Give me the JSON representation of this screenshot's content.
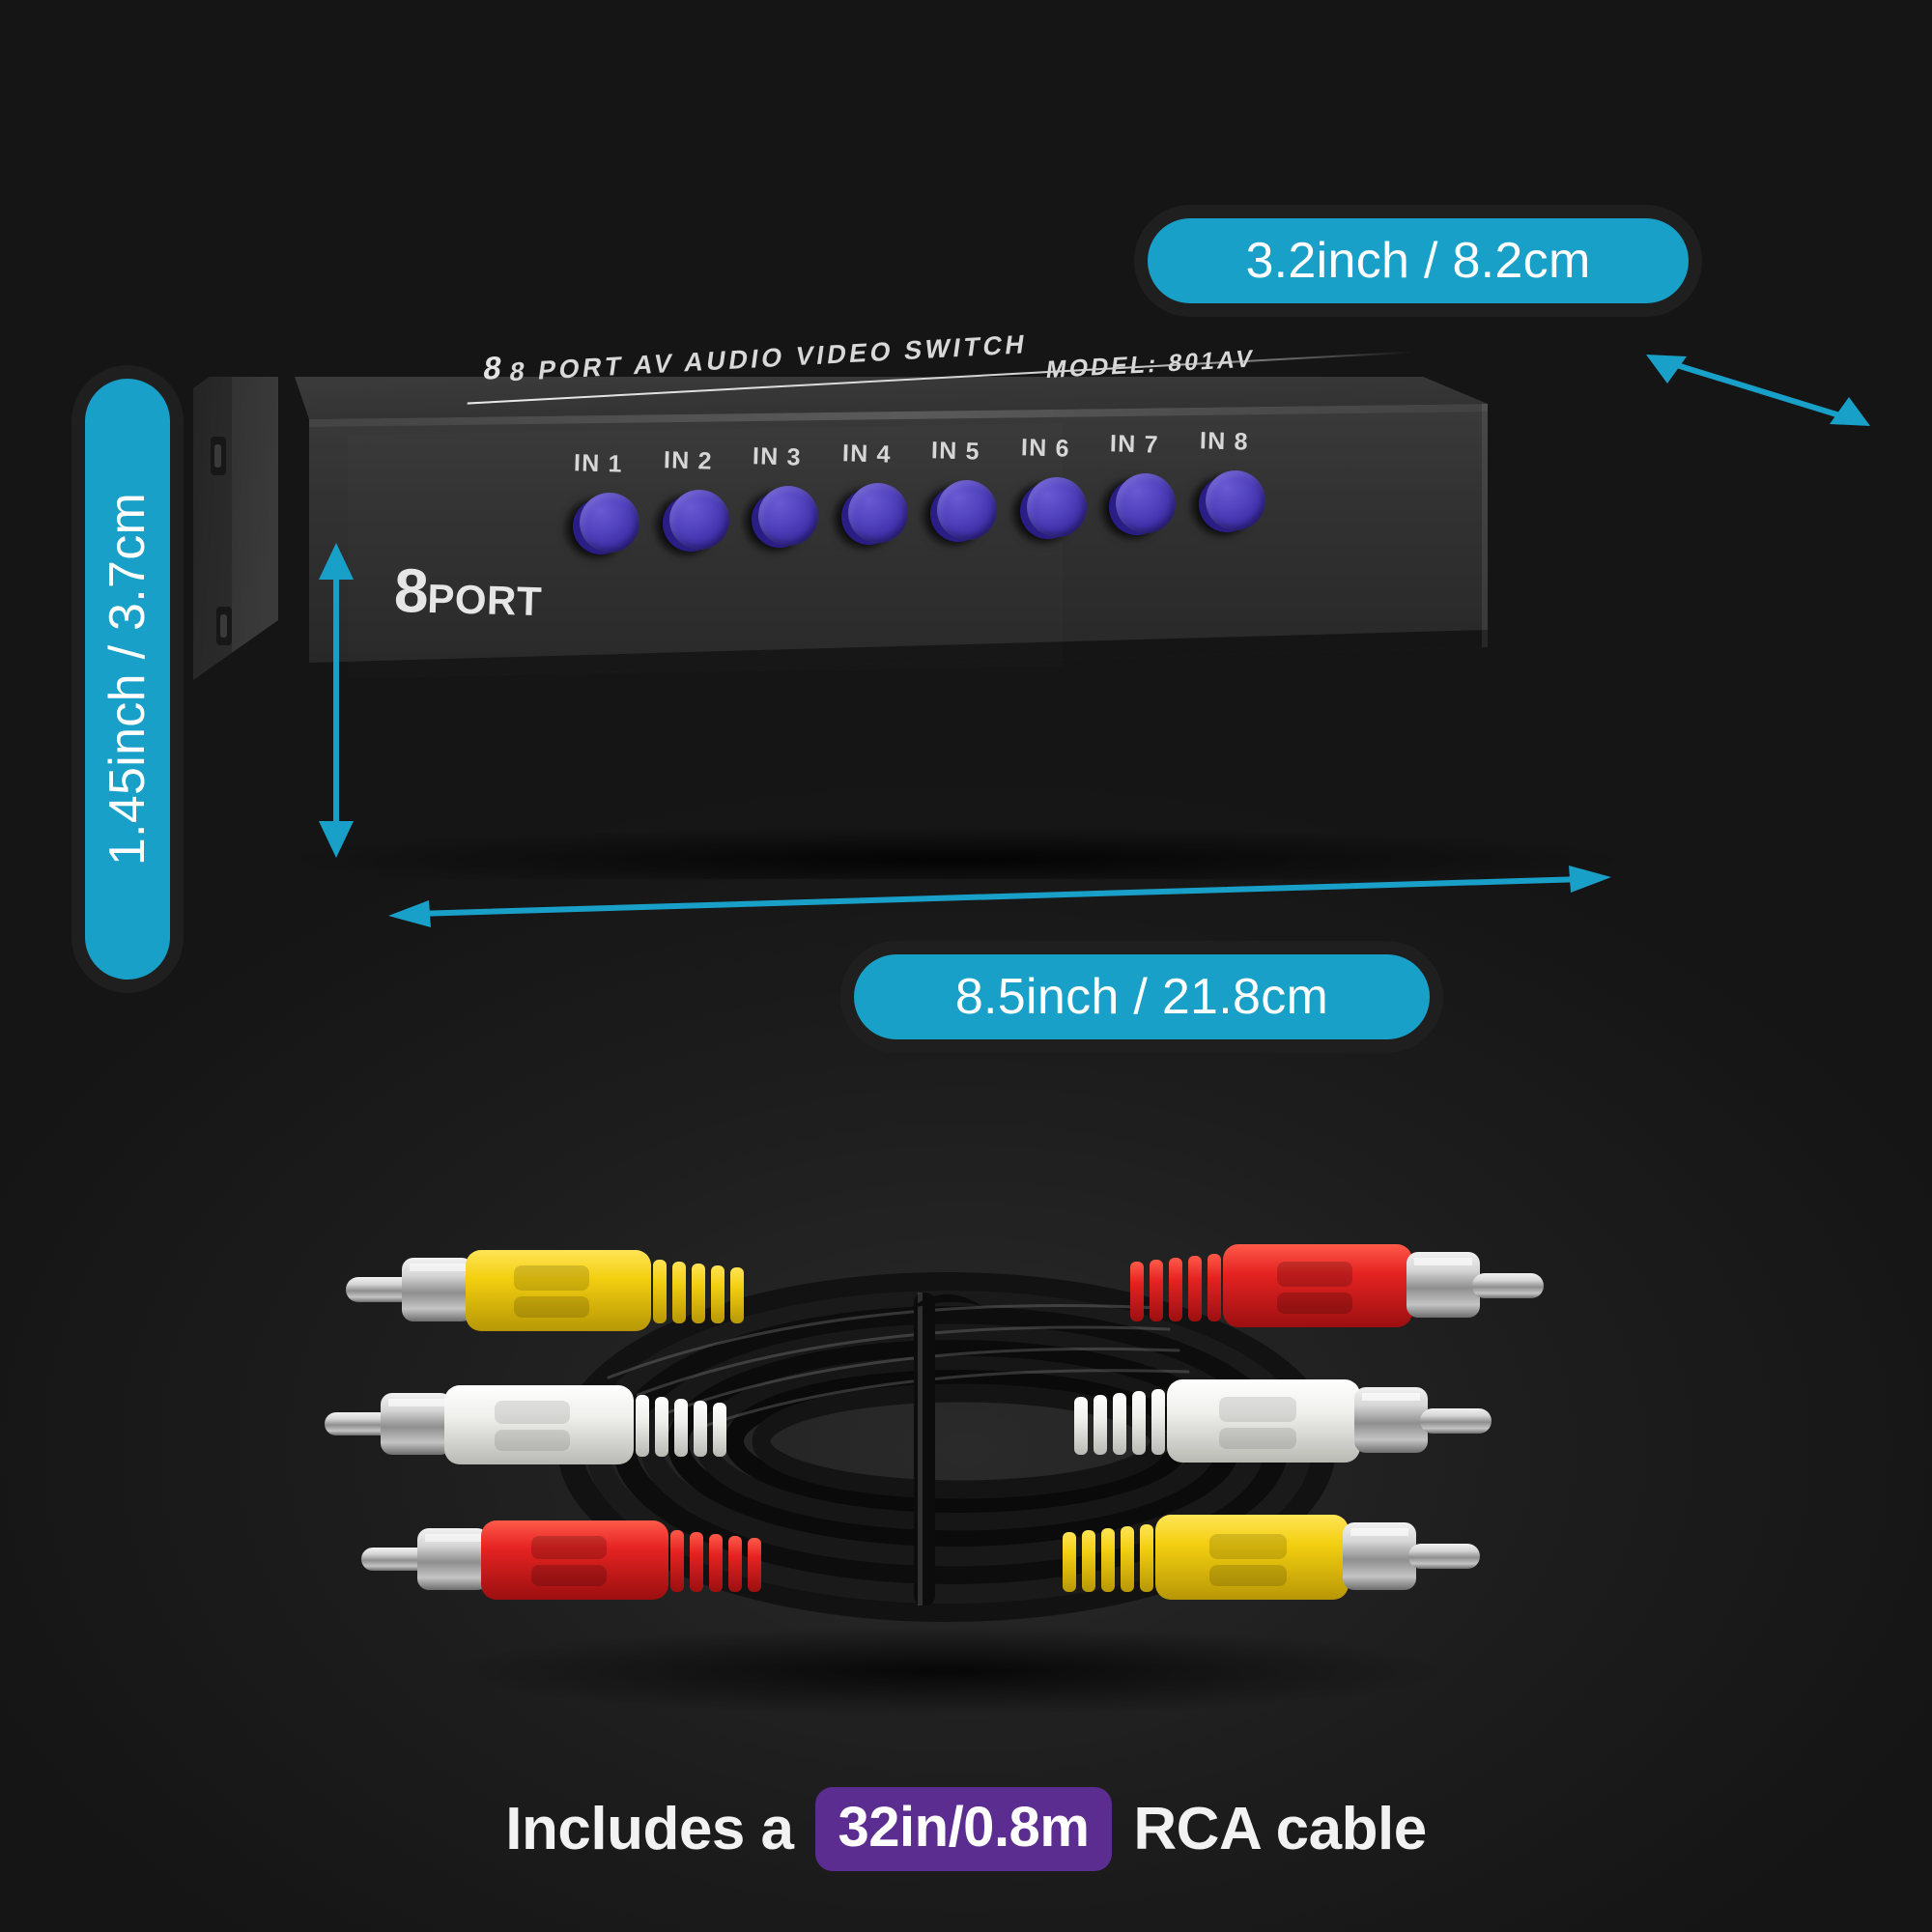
{
  "page": {
    "background_color": "#1c1c1c",
    "accent_blue": "#18a0c8",
    "accent_purple": "#5c2d91",
    "button_purple": "#3e2ea8"
  },
  "dimensions": {
    "depth_label": "3.2inch / 8.2cm",
    "width_label": "8.5inch / 21.8cm",
    "height_label": "1.45inch / 3.7cm"
  },
  "device": {
    "top_label_line1": "8 PORT AV AUDIO VIDEO SWITCH",
    "top_label_line2": "MODEL: 801AV",
    "top_badge_digit": "8",
    "logo_digit": "8",
    "logo_word": "PORT",
    "inputs": [
      {
        "label": "IN 1"
      },
      {
        "label": "IN 2"
      },
      {
        "label": "IN 3"
      },
      {
        "label": "IN 4"
      },
      {
        "label": "IN 5"
      },
      {
        "label": "IN 6"
      },
      {
        "label": "IN 7"
      },
      {
        "label": "IN 8"
      }
    ]
  },
  "cable": {
    "left_connectors": [
      "yellow",
      "white",
      "red"
    ],
    "right_connectors": [
      "red",
      "white",
      "yellow"
    ],
    "colors": {
      "yellow": "#f2cf11",
      "white": "#f0f0ee",
      "red": "#e52322",
      "jacket": "#141414",
      "metal": "#c9c9c9"
    }
  },
  "caption": {
    "prefix": "Includes a",
    "badge": "32in/0.8m",
    "suffix": "RCA cable"
  },
  "icons": {
    "arrow_depth": "double-arrow-diagonal-icon",
    "arrow_width": "double-arrow-horizontal-icon",
    "arrow_height": "double-arrow-vertical-icon"
  }
}
